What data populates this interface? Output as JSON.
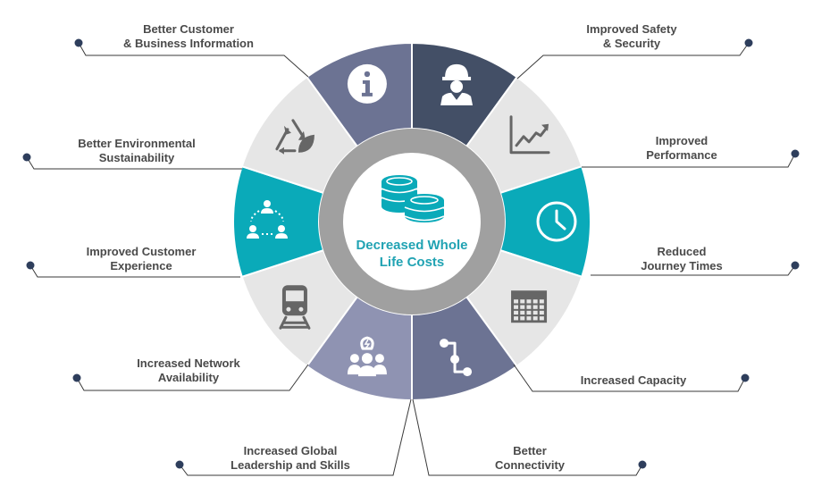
{
  "center": {
    "line1": "Decreased Whole",
    "line2": "Life Costs",
    "icon": "coin-stack-icon"
  },
  "colors": {
    "dark_navy": "#434f66",
    "slate_blue": "#6c7393",
    "light_grey": "#e6e6e6",
    "teal": "#0aaab9",
    "lavender": "#8f93b2",
    "ring_grey": "#a0a0a0",
    "center_text": "#21a3b3",
    "dot": "#2e3e5c"
  },
  "benefits": [
    {
      "id": "safety",
      "line1": "Improved Safety",
      "line2": "& Security",
      "icon": "construction-worker-icon"
    },
    {
      "id": "performance",
      "line1": "Improved",
      "line2": "Performance",
      "icon": "line-chart-icon"
    },
    {
      "id": "journey",
      "line1": "Reduced",
      "line2": "Journey Times",
      "icon": "clock-icon"
    },
    {
      "id": "capacity",
      "line1": "Increased Capacity",
      "line2": "",
      "icon": "calendar-grid-icon"
    },
    {
      "id": "connectivity",
      "line1": "Better",
      "line2": "Connectivity",
      "icon": "connection-nodes-icon"
    },
    {
      "id": "leadership",
      "line1": "Increased Global",
      "line2": "Leadership and Skills",
      "icon": "team-idea-icon"
    },
    {
      "id": "network",
      "line1": "Increased Network",
      "line2": "Availability",
      "icon": "train-icon"
    },
    {
      "id": "customer_exp",
      "line1": "Improved Customer",
      "line2": "Experience",
      "icon": "people-network-icon"
    },
    {
      "id": "environment",
      "line1": "Better Environmental",
      "line2": "Sustainability",
      "icon": "recycle-leaf-icon"
    },
    {
      "id": "information",
      "line1": "Better Customer",
      "line2": "& Business Information",
      "icon": "info-icon"
    }
  ]
}
